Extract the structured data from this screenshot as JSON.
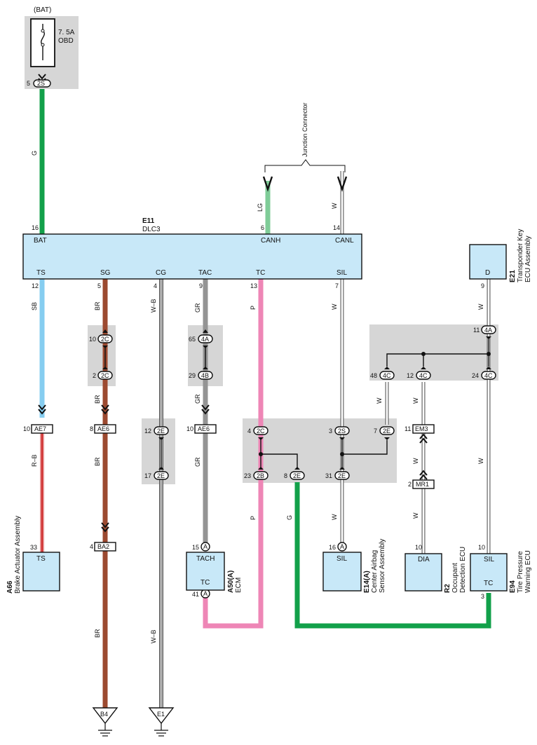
{
  "colors": {
    "green": "#12a04a",
    "light_green": "#7fcc98",
    "sky_blue": "#86cdf0",
    "brown": "#9c4a30",
    "gray": "#949494",
    "pink": "#ee86b6",
    "red": "#cc2222",
    "module_fill": "#c8e8f8",
    "shade": "#d6d6d6"
  },
  "fuse": {
    "supply": "(BAT)",
    "rating": "7. 5A",
    "name": "OBD",
    "pin": "5",
    "connector": "2S"
  },
  "dlc3": {
    "code": "E11",
    "name": "DLC3",
    "top_terminals": [
      "BAT",
      "CANH",
      "CANL"
    ],
    "top_pins": [
      "16",
      "6",
      "14"
    ],
    "bottom_terminals": [
      "TS",
      "SG",
      "CG",
      "TAC",
      "TC",
      "SIL"
    ],
    "bottom_pins": [
      "12",
      "5",
      "4",
      "9",
      "13",
      "7"
    ]
  },
  "junction_connector": {
    "label": "Junction Connector"
  },
  "wire_labels": {
    "g_bat": "G",
    "lg": "LG",
    "w_canl": "W",
    "sb": "SB",
    "br_1": "BR",
    "br_2": "BR",
    "br_3": "BR",
    "br_4": "BR",
    "wb_1": "W–B",
    "wb_2": "W–B",
    "gr_1": "GR",
    "gr_2": "GR",
    "gr_3": "GR",
    "p_1": "P",
    "p_2": "P",
    "g_tc": "G",
    "rb": "R–B",
    "w_sil_1": "W",
    "w_sil_2": "W",
    "w_d": "W",
    "w_em3": "W",
    "w_mr1_1": "W",
    "w_mr1_2": "W",
    "w_sil_long": "W"
  },
  "connectors": {
    "c10_2C": {
      "pin": "10",
      "name": "2C"
    },
    "c2_2C": {
      "pin": "2",
      "name": "2C"
    },
    "c65_4A": {
      "pin": "65",
      "name": "4A"
    },
    "c29_4B": {
      "pin": "29",
      "name": "4B"
    },
    "c10_AE7": {
      "pin": "10",
      "name": "AE7"
    },
    "c8_AE6": {
      "pin": "8",
      "name": "AE6"
    },
    "c12_2E": {
      "pin": "12",
      "name": "2E"
    },
    "c17_2E": {
      "pin": "17",
      "name": "2E"
    },
    "c10_AE6": {
      "pin": "10",
      "name": "AE6"
    },
    "c4_2C": {
      "pin": "4",
      "name": "2C"
    },
    "c3_2S": {
      "pin": "3",
      "name": "2S"
    },
    "c7_2E": {
      "pin": "7",
      "name": "2E"
    },
    "c23_2B": {
      "pin": "23",
      "name": "2B"
    },
    "c8_2E": {
      "pin": "8",
      "name": "2E"
    },
    "c31_2E": {
      "pin": "31",
      "name": "2E"
    },
    "c11_4A": {
      "pin": "11",
      "name": "4A"
    },
    "c48_4C": {
      "pin": "48",
      "name": "4C"
    },
    "c12_4C": {
      "pin": "12",
      "name": "4C"
    },
    "c24_4C": {
      "pin": "24",
      "name": "4C"
    },
    "c11_EM3": {
      "pin": "11",
      "name": "EM3"
    },
    "c2_MR1": {
      "pin": "2",
      "name": "MR1"
    },
    "c4_BA2": {
      "pin": "4",
      "name": "BA2"
    },
    "c15_A": {
      "pin": "15",
      "name": "A"
    },
    "c41_A": {
      "pin": "41",
      "name": "A"
    },
    "c16_A": {
      "pin": "16",
      "name": "A"
    }
  },
  "modules": {
    "a66": {
      "code": "A66",
      "name": "Brake Actuator Assembly",
      "terminal": "TS",
      "pin": "33"
    },
    "a50": {
      "code": "A50(A)",
      "name": "ECM",
      "terminal_top": "TACH",
      "terminal_bottom": "TC"
    },
    "e14": {
      "code": "E14(A)",
      "name_line1": "Center Airbag",
      "name_line2": "Sensor Assembly",
      "terminal": "SIL"
    },
    "r2": {
      "code": "R2",
      "name_line1": "Occupant",
      "name_line2": "Detection ECU",
      "terminal": "DIA",
      "pin": "10"
    },
    "e94": {
      "code": "E94",
      "name_line1": "Tire Pressure",
      "name_line2": "Warning ECU",
      "terminal_top": "SIL",
      "terminal_bottom": "TC",
      "pin_top": "10",
      "pin_bottom": "3"
    },
    "e21": {
      "code": "E21",
      "name_line1": "Transponder Key",
      "name_line2": "ECU Assembly",
      "terminal": "D",
      "pin": "9"
    }
  },
  "grounds": {
    "b4": "B4",
    "e1": "E1"
  }
}
